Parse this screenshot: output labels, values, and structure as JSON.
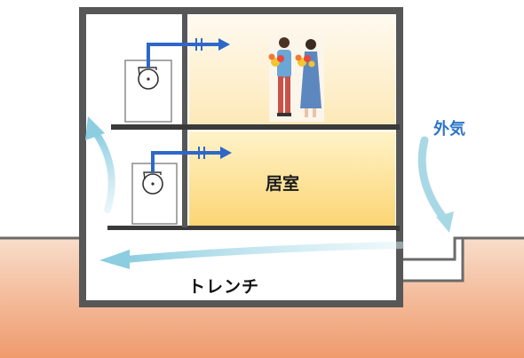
{
  "labels": {
    "room": "居室",
    "trench": "トレンチ",
    "outside_air": "外気"
  },
  "colors": {
    "wall": "#575757",
    "floor_slab": "#3a3a3a",
    "ground_top": "#f6d3bd",
    "ground_bottom": "#ef9a6c",
    "room_light": "#fff6dc",
    "room_warm": "#fde79a",
    "supply_arrow": "#2f67c9",
    "airflow": "#a8d8e6",
    "outside_air_text": "#2a74c8"
  },
  "icons": {
    "upper_fan": "fan-unit-icon",
    "lower_fan": "fan-unit-icon",
    "people": "couple-with-flowers-icon"
  }
}
